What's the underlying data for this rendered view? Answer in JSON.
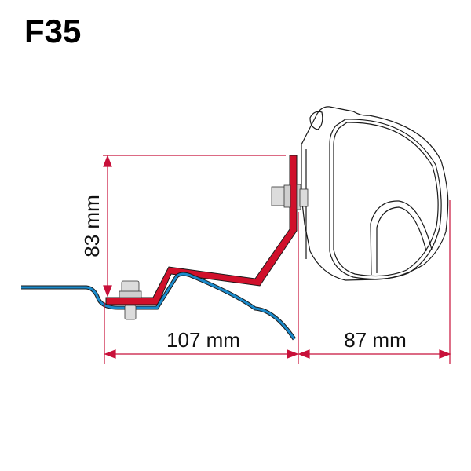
{
  "title": "F35",
  "dimensions": {
    "height": {
      "label": "83 mm",
      "value": 83,
      "unit": "mm"
    },
    "bracket_width": {
      "label": "107 mm",
      "value": 107,
      "unit": "mm"
    },
    "awning_depth": {
      "label": "87 mm",
      "value": 87,
      "unit": "mm"
    }
  },
  "colors": {
    "bracket": "#d0102b",
    "vehicle_profile": "#1a8acb",
    "dimension_line": "#c8103a",
    "bolt": "#d8d8d8",
    "outline": "#1a1a1a"
  },
  "parts": [
    "awning-cassette",
    "adapter-bracket",
    "vehicle-roof-profile",
    "bolt-upper",
    "bolt-lower"
  ]
}
